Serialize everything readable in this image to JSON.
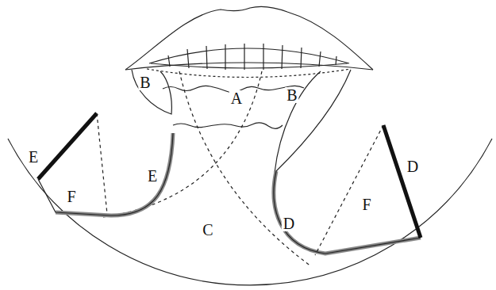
{
  "diagram": {
    "labels": [
      "B",
      "A",
      "B",
      "E",
      "F",
      "E",
      "C",
      "D",
      "F",
      "D"
    ]
  }
}
